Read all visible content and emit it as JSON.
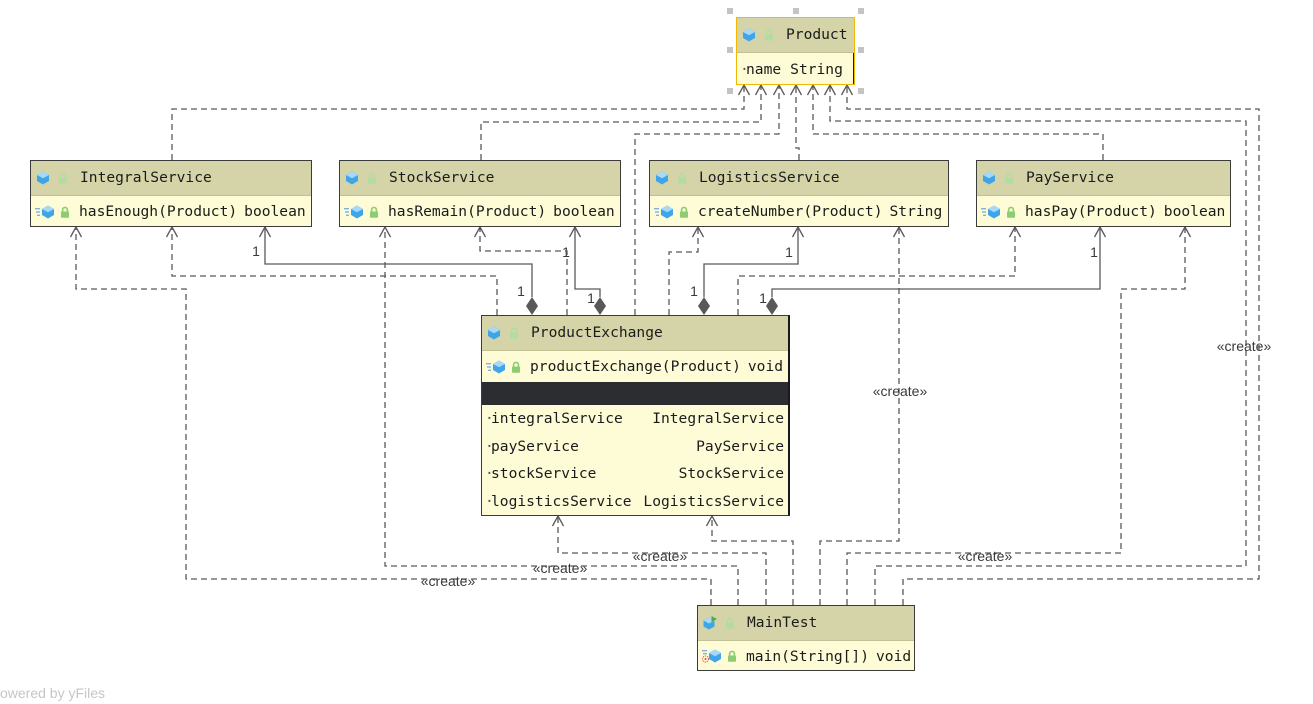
{
  "diagram": {
    "classes": [
      {
        "id": "product",
        "name": "Product",
        "selected": true,
        "fields": [
          {
            "visibility": "·",
            "name": "name",
            "type": "String"
          }
        ],
        "methods": []
      },
      {
        "id": "integral-service",
        "name": "IntegralService",
        "methods": [
          {
            "name": "hasEnough(Product)",
            "return_type": "boolean"
          }
        ]
      },
      {
        "id": "stock-service",
        "name": "StockService",
        "methods": [
          {
            "name": "hasRemain(Product)",
            "return_type": "boolean"
          }
        ]
      },
      {
        "id": "logistics-service",
        "name": "LogisticsService",
        "methods": [
          {
            "name": "createNumber(Product)",
            "return_type": "String"
          }
        ]
      },
      {
        "id": "pay-service",
        "name": "PayService",
        "methods": [
          {
            "name": "hasPay(Product)",
            "return_type": "boolean"
          }
        ]
      },
      {
        "id": "product-exchange",
        "name": "ProductExchange",
        "methods": [
          {
            "name": "productExchange(Product)",
            "return_type": "void"
          }
        ],
        "fields": [
          {
            "visibility": "·",
            "name": "integralService",
            "type": "IntegralService"
          },
          {
            "visibility": "·",
            "name": "payService",
            "type": "PayService"
          },
          {
            "visibility": "·",
            "name": "stockService",
            "type": "StockService"
          },
          {
            "visibility": "·",
            "name": "logisticsService",
            "type": "LogisticsService"
          }
        ]
      },
      {
        "id": "main-test",
        "name": "MainTest",
        "methods": [
          {
            "name": "main(String[])",
            "return_type": "void"
          }
        ]
      }
    ],
    "relationships": [
      {
        "id": "int-uses-product",
        "from": "integral-service",
        "to": "product",
        "type": "dependency",
        "stereotype": null,
        "source_multiplicity": null,
        "target_multiplicity": null
      },
      {
        "id": "stock-uses-product",
        "from": "stock-service",
        "to": "product",
        "type": "dependency",
        "stereotype": null,
        "source_multiplicity": null,
        "target_multiplicity": null
      },
      {
        "id": "pe-uses-product",
        "from": "product-exchange",
        "to": "product",
        "type": "dependency",
        "stereotype": null,
        "source_multiplicity": null,
        "target_multiplicity": null
      },
      {
        "id": "log-uses-product",
        "from": "logistics-service",
        "to": "product",
        "type": "dependency",
        "stereotype": null,
        "source_multiplicity": null,
        "target_multiplicity": null
      },
      {
        "id": "pay-uses-product",
        "from": "pay-service",
        "to": "product",
        "type": "dependency",
        "stereotype": null,
        "source_multiplicity": null,
        "target_multiplicity": null
      },
      {
        "id": "main-creates-product",
        "from": "main-test",
        "to": "product",
        "type": "dependency",
        "stereotype": "«create»",
        "source_multiplicity": null,
        "target_multiplicity": null
      },
      {
        "id": "main-uses-product",
        "from": "main-test",
        "to": "product",
        "type": "dependency",
        "stereotype": null,
        "source_multiplicity": null,
        "target_multiplicity": null
      },
      {
        "id": "pe-int-comp",
        "from": "product-exchange",
        "to": "integral-service",
        "type": "composition",
        "stereotype": null,
        "source_multiplicity": "1",
        "target_multiplicity": "1"
      },
      {
        "id": "pe-int-dep",
        "from": "product-exchange",
        "to": "integral-service",
        "type": "dependency",
        "stereotype": null,
        "source_multiplicity": null,
        "target_multiplicity": null
      },
      {
        "id": "pe-stock-comp",
        "from": "product-exchange",
        "to": "stock-service",
        "type": "composition",
        "stereotype": null,
        "source_multiplicity": "1",
        "target_multiplicity": "1"
      },
      {
        "id": "pe-stock-dep",
        "from": "product-exchange",
        "to": "stock-service",
        "type": "dependency",
        "stereotype": null,
        "source_multiplicity": null,
        "target_multiplicity": null
      },
      {
        "id": "pe-log-dep",
        "from": "product-exchange",
        "to": "logistics-service",
        "type": "dependency",
        "stereotype": null,
        "source_multiplicity": null,
        "target_multiplicity": null
      },
      {
        "id": "pe-log-comp",
        "from": "product-exchange",
        "to": "logistics-service",
        "type": "composition",
        "stereotype": null,
        "source_multiplicity": "1",
        "target_multiplicity": "1"
      },
      {
        "id": "pe-pay-dep",
        "from": "product-exchange",
        "to": "pay-service",
        "type": "dependency",
        "stereotype": null,
        "source_multiplicity": null,
        "target_multiplicity": null
      },
      {
        "id": "pe-pay-comp",
        "from": "product-exchange",
        "to": "pay-service",
        "type": "composition",
        "stereotype": null,
        "source_multiplicity": "1",
        "target_multiplicity": "1"
      },
      {
        "id": "main-creates-int",
        "from": "main-test",
        "to": "integral-service",
        "type": "dependency",
        "stereotype": "«create»",
        "source_multiplicity": null,
        "target_multiplicity": null
      },
      {
        "id": "main-creates-stock",
        "from": "main-test",
        "to": "stock-service",
        "type": "dependency",
        "stereotype": "«create»",
        "source_multiplicity": null,
        "target_multiplicity": null
      },
      {
        "id": "main-creates-pe",
        "from": "main-test",
        "to": "product-exchange",
        "type": "dependency",
        "stereotype": "«create»",
        "source_multiplicity": null,
        "target_multiplicity": null
      },
      {
        "id": "main-uses-pe",
        "from": "main-test",
        "to": "product-exchange",
        "type": "dependency",
        "stereotype": null,
        "source_multiplicity": null,
        "target_multiplicity": null
      },
      {
        "id": "main-creates-log",
        "from": "main-test",
        "to": "logistics-service",
        "type": "dependency",
        "stereotype": "«create»",
        "source_multiplicity": null,
        "target_multiplicity": null
      },
      {
        "id": "main-creates-pay",
        "from": "main-test",
        "to": "pay-service",
        "type": "dependency",
        "stereotype": "«create»",
        "source_multiplicity": null,
        "target_multiplicity": null
      }
    ],
    "watermark": "owered by yFiles",
    "colors": {
      "header_bg": "#d5d4a8",
      "body_bg": "#fdfcd6",
      "separator": "#2b2d30",
      "selection_border": "#f2b705",
      "class_icon": "#3ea6e8",
      "lock_icon": "#8fcb70",
      "edge": "#595959"
    }
  }
}
